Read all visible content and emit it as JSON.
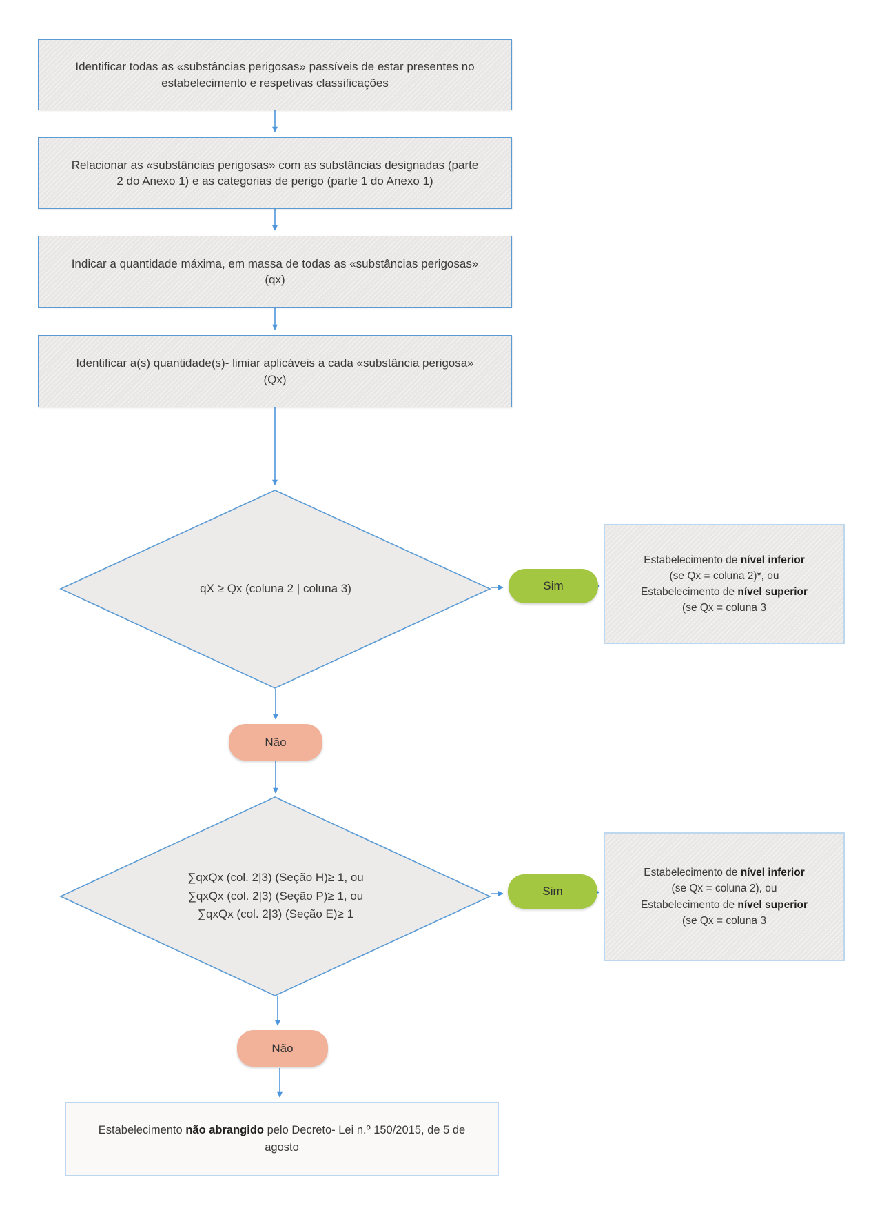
{
  "flowchart": {
    "steps": [
      {
        "text": "Identificar todas as «substâncias perigosas» passíveis de estar presentes no estabelecimento e respetivas classificações"
      },
      {
        "text": "Relacionar as «substâncias perigosas» com as substâncias designadas (parte 2 do Anexo 1) e as categorias de perigo (parte 1 do Anexo 1)"
      },
      {
        "text": "Indicar a quantidade máxima, em massa de todas as «substâncias perigosas» (qx)"
      },
      {
        "text": "Identificar a(s) quantidade(s)- limiar aplicáveis a cada «substância perigosa» (Qx)"
      }
    ],
    "decision1": {
      "text": "qX ≥ Qx (coluna 2 | coluna 3)"
    },
    "decision2": {
      "line1": "∑qxQx (col. 2|3) (Seção H)≥ 1, ou",
      "line2": "∑qxQx (col. 2|3) (Seção P)≥ 1, ou",
      "line3": "∑qxQx (col. 2|3) (Seção E)≥ 1"
    },
    "labels": {
      "yes": "Sim",
      "no": "Não"
    },
    "outcome1": {
      "l1a": "Estabelecimento de ",
      "l1b": "nível inferior",
      "l2": "(se Qx = coluna 2)*, ou",
      "l3a": "Estabelecimento de ",
      "l3b": "nível superior",
      "l4": "(se Qx = coluna 3"
    },
    "outcome2": {
      "l1a": "Estabelecimento de ",
      "l1b": "nível inferior",
      "l2": "(se Qx = coluna 2), ou",
      "l3a": "Estabelecimento de ",
      "l3b": "nível superior",
      "l4": "(se Qx = coluna 3"
    },
    "final": {
      "p1": "Estabelecimento ",
      "p2": "não abrangido",
      "p3": " pelo Decreto- Lei n.º 150/2015, de 5 de agosto"
    },
    "colors": {
      "shape_border_blue": "#5B9BD5",
      "arrow_blue": "#4E96DB",
      "shape_fill_gray": "#ECEBE9",
      "light_border_blue": "#BDD7EE",
      "yes_green": "#A3C740",
      "no_salmon": "#F2B29A"
    }
  }
}
